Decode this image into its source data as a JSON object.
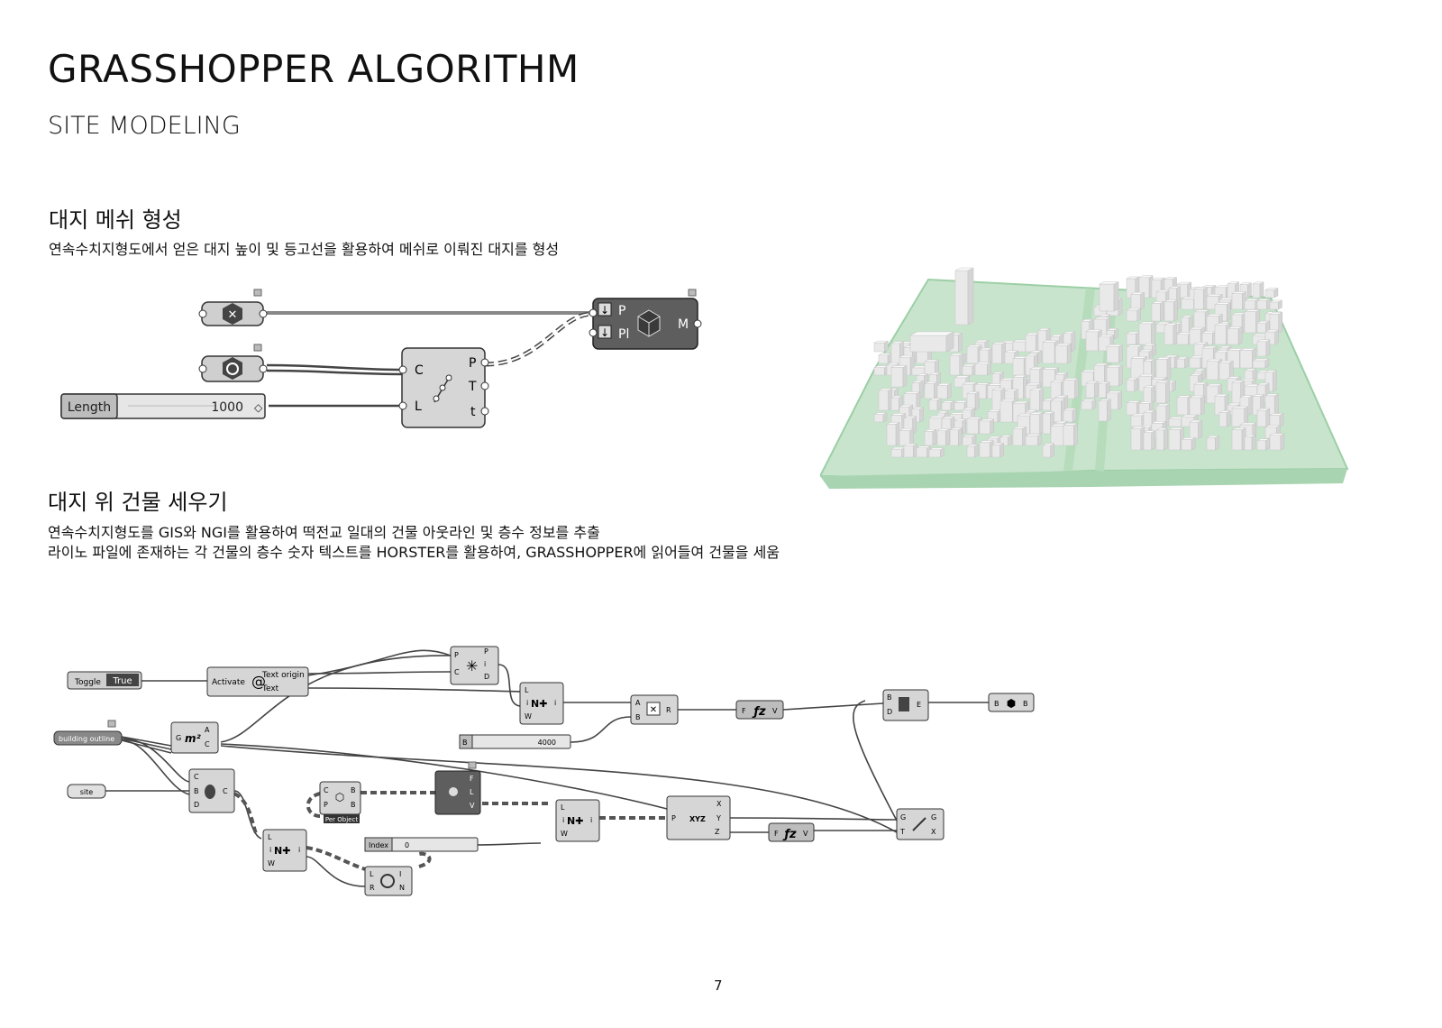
{
  "page": {
    "title": "GRASSHOPPER ALGORITHM",
    "subtitle": "SITE MODELING",
    "page_number": "7"
  },
  "section1": {
    "heading": "대지 메쉬 형성",
    "description": "연속수치지형도에서 얻은 대지 높이 및 등고선을 활용하여 메쉬로 이뤄진 대지를 형성"
  },
  "section2": {
    "heading": "대지 위 건물 세우기",
    "description_line1": "연속수치지형도를 GIS와 NGI를 활용하여 떡전교 일대의 건물 아웃라인 및 층수 정보를 추출",
    "description_line2": "라이노 파일에 존재하는 각 건물의 층수 숫자 텍스트를 HORSTER를 활용하여, GRASSHOPPER에 읽어들여 건물을 세움"
  },
  "graph1": {
    "slider_label": "Length",
    "slider_value": "1000",
    "divide_inputs": [
      "C",
      "L"
    ],
    "divide_outputs": [
      "P",
      "T",
      "t"
    ],
    "mesh_inputs": [
      "P",
      "Pl"
    ],
    "mesh_output": "M"
  },
  "graph2": {
    "toggle_label": "Toggle",
    "toggle_value": "True",
    "activate_label": "Activate",
    "text_outputs": [
      "Text origin",
      "Text"
    ],
    "building_outline_label": "building outline",
    "site_label": "site",
    "slider_value": "4000",
    "slider_label": "B",
    "per_object_label": "Per Object",
    "index_label": "Index",
    "index_value": "0",
    "area_outputs": [
      "A",
      "C"
    ],
    "area_input": "G",
    "area_symbol": "m²",
    "closest_inputs": [
      "P",
      "C"
    ],
    "closest_outputs": [
      "P",
      "i",
      "D"
    ],
    "list_inputs": [
      "L",
      "i",
      "W"
    ],
    "list_output": "i",
    "mult_inputs": [
      "A",
      "B"
    ],
    "mult_output": "R",
    "expr_inputs": [
      "F"
    ],
    "expr_output": "V",
    "extrude_inputs": [
      "B",
      "D"
    ],
    "extrude_output": "E",
    "brep_inputs": [
      "B"
    ],
    "brep_output": "B",
    "split_inputs": [
      "C",
      "B",
      "D"
    ],
    "split_output": "C",
    "region_inputs": [
      "C",
      "P"
    ],
    "region_outputs": [
      "B",
      "B"
    ],
    "decon_inputs": [
      "P"
    ],
    "decon_outputs": [
      "X",
      "Y",
      "Z"
    ],
    "move_inputs": [
      "G",
      "T"
    ],
    "move_outputs": [
      "G",
      "X"
    ],
    "cull_inputs": [
      "L",
      "R"
    ],
    "cull_outputs": [
      "I",
      "N"
    ],
    "gate_outputs": [
      "F",
      "L",
      "V"
    ]
  },
  "colors": {
    "node_fill": "#d9d9d9",
    "node_dark": "#5a5a5a",
    "wire": "#444444",
    "site_green": "#c9e6cf",
    "site_green_dark": "#9ccfa6",
    "building": "#f2f2f2"
  }
}
